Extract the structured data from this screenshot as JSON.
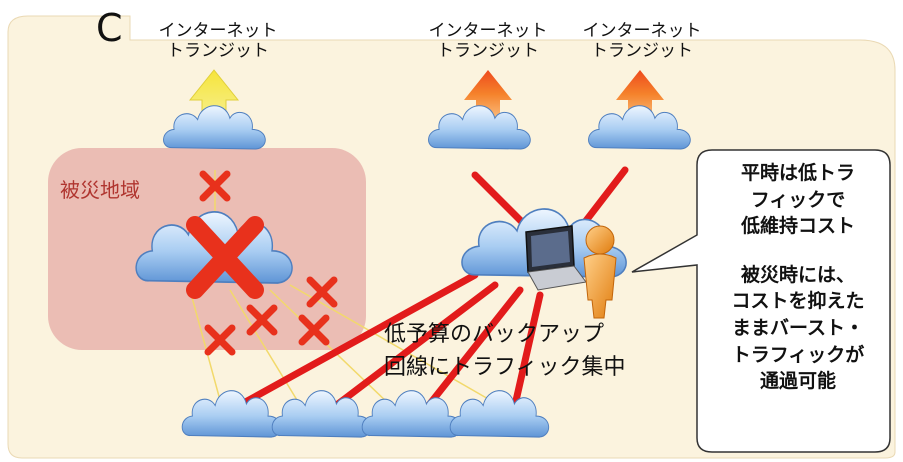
{
  "letter": "C",
  "transit_labels": [
    "インターネット\nトランジット",
    "インターネット\nトランジット",
    "インターネット\nトランジット"
  ],
  "region_label": "被災地域",
  "backup_label": [
    "低予算のバックアップ",
    "回線にトラフィック集中"
  ],
  "callout": {
    "normal": [
      "平時は低トラ",
      "フィックで",
      "低維持コスト"
    ],
    "disaster": [
      "被災時には、",
      "コストを抑えた",
      "ままバースト・",
      "トラフィックが",
      "通過可能"
    ]
  },
  "colors": {
    "background": "#fbf3de",
    "disaster_zone": "#e8b3ad",
    "link": "#e21b1b",
    "failed_link": "#f2d96b",
    "cross": "#e8311c",
    "arrow_normal": "#f6e94a",
    "arrow_hot": "#f15a24"
  }
}
